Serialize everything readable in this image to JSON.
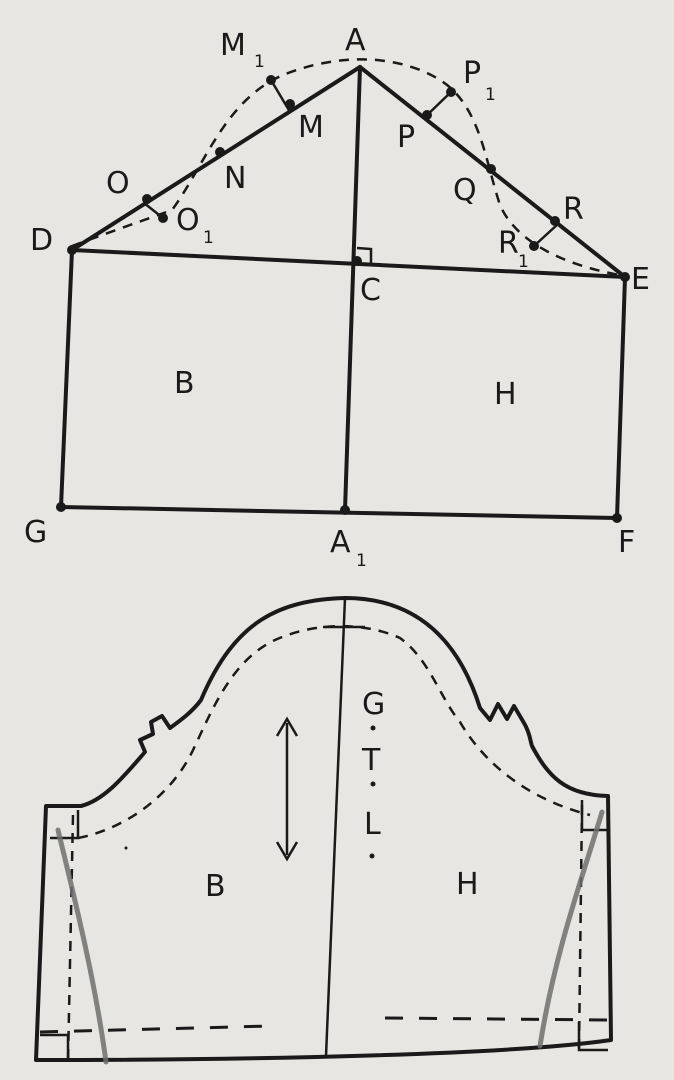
{
  "top_diagram": {
    "points": [
      {
        "id": "A",
        "label": "A",
        "sub": ""
      },
      {
        "id": "M1",
        "label": "M",
        "sub": "1"
      },
      {
        "id": "M",
        "label": "M",
        "sub": ""
      },
      {
        "id": "P1",
        "label": "P",
        "sub": "1"
      },
      {
        "id": "P",
        "label": "P",
        "sub": ""
      },
      {
        "id": "O",
        "label": "O",
        "sub": ""
      },
      {
        "id": "N",
        "label": "N",
        "sub": ""
      },
      {
        "id": "O1",
        "label": "O",
        "sub": "1"
      },
      {
        "id": "Q",
        "label": "Q",
        "sub": ""
      },
      {
        "id": "R",
        "label": "R",
        "sub": ""
      },
      {
        "id": "R1",
        "label": "R",
        "sub": "1"
      },
      {
        "id": "D",
        "label": "D",
        "sub": ""
      },
      {
        "id": "C",
        "label": "C",
        "sub": ""
      },
      {
        "id": "E",
        "label": "E",
        "sub": ""
      },
      {
        "id": "G",
        "label": "G",
        "sub": ""
      },
      {
        "id": "A1",
        "label": "A",
        "sub": "1"
      },
      {
        "id": "F",
        "label": "F",
        "sub": ""
      }
    ],
    "region_left": "B",
    "region_right": "H"
  },
  "bottom_diagram": {
    "region_left": "B",
    "region_right": "H",
    "grain_label": [
      "G",
      "T",
      "L"
    ]
  }
}
